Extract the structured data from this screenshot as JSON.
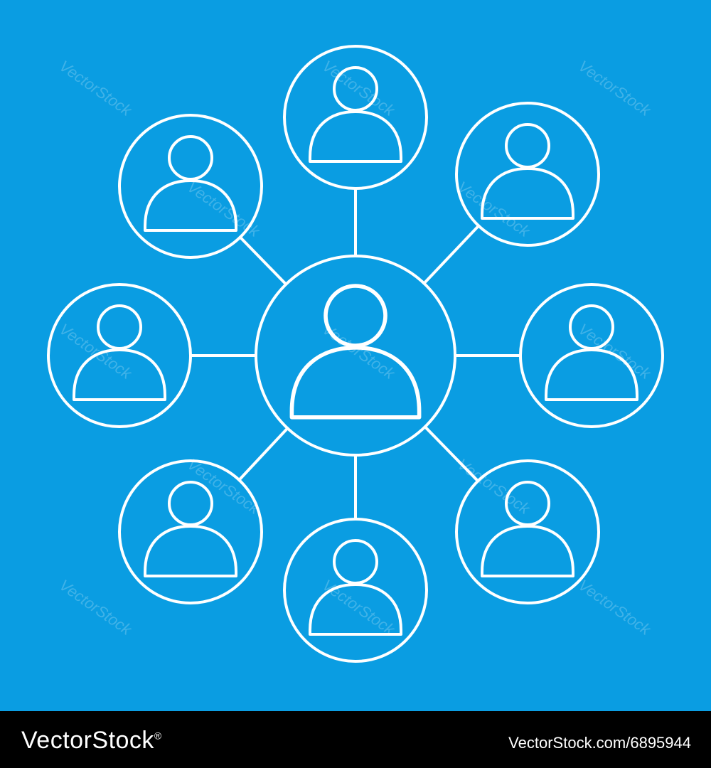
{
  "colors": {
    "background": "#0a9de2",
    "line": "#ffffff",
    "footer_bg": "#000000",
    "footer_text": "#ffffff"
  },
  "icon": "person-icon",
  "diagram": {
    "center": {
      "id": "center",
      "icon": "person-icon"
    },
    "satellites": [
      {
        "id": "top",
        "icon": "person-icon"
      },
      {
        "id": "top-right",
        "icon": "person-icon"
      },
      {
        "id": "right",
        "icon": "person-icon"
      },
      {
        "id": "bottom-right",
        "icon": "person-icon"
      },
      {
        "id": "bottom",
        "icon": "person-icon"
      },
      {
        "id": "bottom-left",
        "icon": "person-icon"
      },
      {
        "id": "left",
        "icon": "person-icon"
      },
      {
        "id": "top-left",
        "icon": "person-icon"
      }
    ],
    "edges": [
      [
        "center",
        "top"
      ],
      [
        "center",
        "top-right"
      ],
      [
        "center",
        "right"
      ],
      [
        "center",
        "bottom-right"
      ],
      [
        "center",
        "bottom"
      ],
      [
        "center",
        "bottom-left"
      ],
      [
        "center",
        "left"
      ],
      [
        "center",
        "top-left"
      ]
    ]
  },
  "watermark": {
    "text": "VectorStock"
  },
  "footer": {
    "brand": "VectorStock",
    "brand_mark": "®",
    "url": "VectorStock.com/6895944"
  }
}
